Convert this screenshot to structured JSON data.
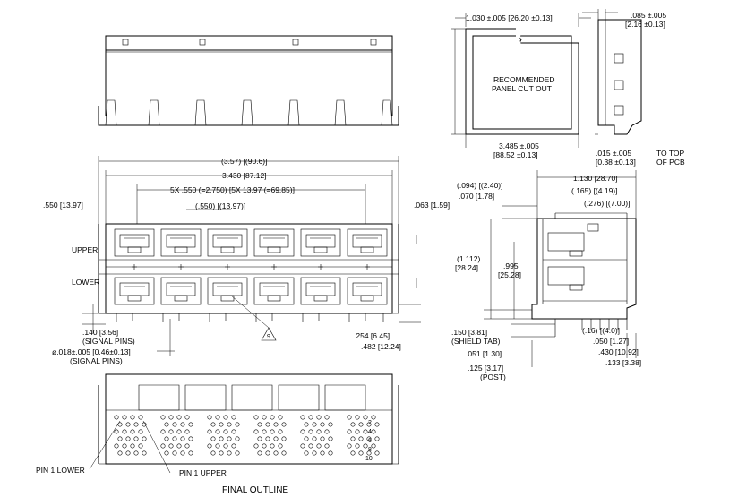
{
  "drawing": {
    "title": "FINAL OUTLINE",
    "panel_cutout": {
      "label_line1": "RECOMMENDED",
      "label_line2": "PANEL CUT OUT",
      "width_dim": "1.030 ±.005 [26.20 ±0.13]",
      "height_dim_line1": "3.485 ±.005",
      "height_dim_line2": "[88.52 ±0.13]"
    },
    "side_top_right": {
      "thickness_line1": ".085 ±.005",
      "thickness_line2": "[2.16 ±0.13]",
      "offset_line1": ".015 ±.005",
      "offset_line2": "[0.38 ±0.13]",
      "note_line1": "TO TOP",
      "note_line2": "OF PCB"
    },
    "front_view": {
      "overall": "(3.57) [(90.6)]",
      "body": "3.430 [87.12]",
      "pitch": "5X .550 (=2.750) [5X 13.97 (=69.85)]",
      "pitch_single": "(.550) [(13.97)]",
      "left_offset": ".550 [13.97]",
      "right_offset": ".063 [1.59]",
      "upper_label": "UPPER",
      "lower_label": "LOWER",
      "signal_pin_dim": ".140 [3.56]",
      "signal_pin_note": "(SIGNAL PINS)",
      "signal_pin_dia": "ø.018±.005 [0.46±0.13]",
      "signal_pin_dia_note": "(SIGNAL PINS)",
      "dim_254": ".254 [6.45]",
      "dim_482": ".482 [12.24]",
      "callout": "9"
    },
    "side_view": {
      "d_1130": "1.130 [28.70]",
      "d_094": "(.094) [(2.40)]",
      "d_070": ".070 [1.78]",
      "d_165": "(.165) [(4.19)]",
      "d_276": "(.276) [(7.00)]",
      "d_1112_line1": "(1.112)",
      "d_1112_line2": "[28.24]",
      "d_995_line1": ".995",
      "d_995_line2": "[25.28]",
      "d_150": ".150 [3.81]",
      "shield_tab": "(SHIELD TAB)",
      "d_16": "(.16) [(4.0)]",
      "d_050": ".050 [1.27]",
      "d_051": ".051 [1.30]",
      "d_430": ".430 [10.92]",
      "d_133": ".133 [3.38]",
      "d_125": ".125 [3.17]",
      "post": "(POST)"
    },
    "bottom_view": {
      "pin1_lower": "PIN 1 LOWER",
      "pin1_upper": "PIN 1 UPPER",
      "pin_numbers": [
        "2",
        "4",
        "6",
        "8",
        "10"
      ]
    }
  }
}
